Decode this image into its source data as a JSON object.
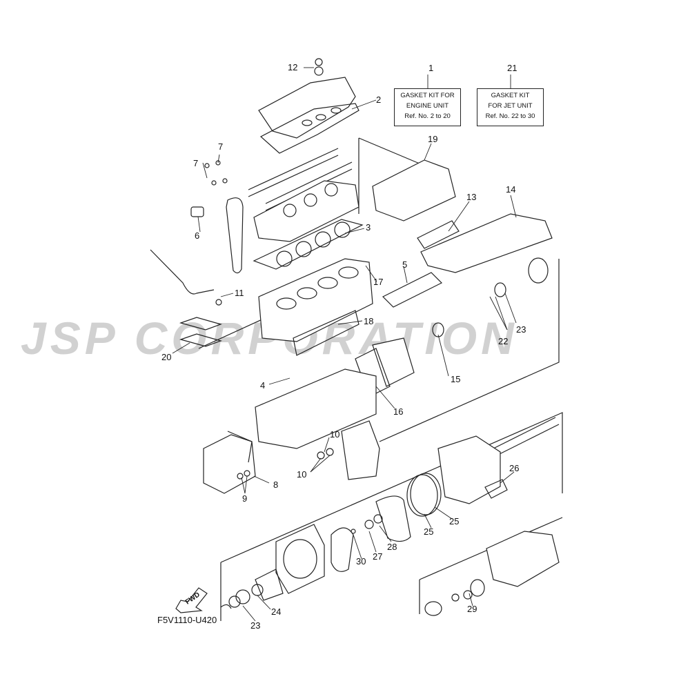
{
  "watermark": "JSP CORPORATION",
  "diagram_code": "F5V1110-U420",
  "fwd_label": "FWD",
  "kit_engine": {
    "ref": "1",
    "line1": "GASKET KIT FOR",
    "line2": "ENGINE UNIT",
    "line3": "Ref. No. 2 to 20"
  },
  "kit_jet": {
    "ref": "21",
    "line1": "GASKET KIT",
    "line2": "FOR JET UNIT",
    "line3": "Ref. No. 22 to 30"
  },
  "callouts": {
    "c2": "2",
    "c3": "3",
    "c4": "4",
    "c5": "5",
    "c6": "6",
    "c7a": "7",
    "c7b": "7",
    "c8": "8",
    "c9": "9",
    "c10a": "10",
    "c10b": "10",
    "c11": "11",
    "c12": "12",
    "c13": "13",
    "c14": "14",
    "c15": "15",
    "c16": "16",
    "c17": "17",
    "c18": "18",
    "c19": "19",
    "c20": "20",
    "c22": "22",
    "c23a": "23",
    "c23b": "23",
    "c24": "24",
    "c25a": "25",
    "c25b": "25",
    "c26": "26",
    "c27": "27",
    "c28": "28",
    "c29": "29",
    "c30": "30"
  }
}
